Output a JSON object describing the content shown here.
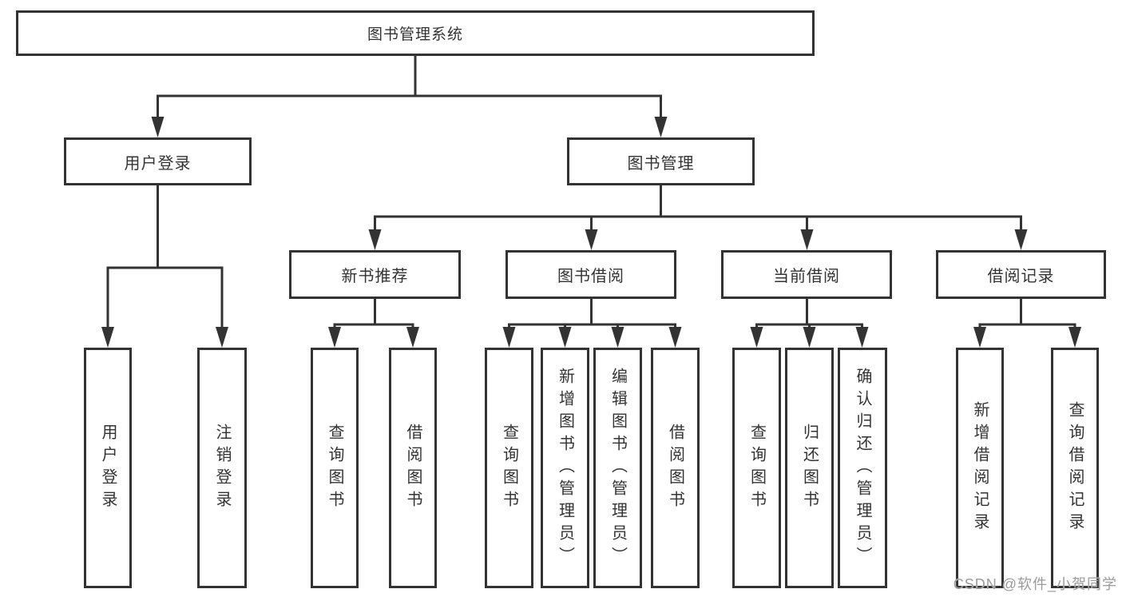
{
  "diagram_title": "图书管理系统",
  "tree": {
    "root_label": "图书管理系统",
    "level2": {
      "user_login": "用户登录",
      "book_management": "图书管理"
    },
    "level3": {
      "new_book_recommend": "新书推荐",
      "book_borrowing": "图书借阅",
      "current_borrowing": "当前借阅",
      "borrowing_records": "借阅记录"
    },
    "children": {
      "user_login": [
        "用户登录",
        "注销登录"
      ],
      "new_book_recommend": [
        "查询图书",
        "借阅图书"
      ],
      "book_borrowing": [
        "查询图书",
        "新增图书（管理员）",
        "编辑图书（管理员）",
        "借阅图书"
      ],
      "current_borrowing": [
        "查询图书",
        "归还图书",
        "确认归还（管理员）"
      ],
      "borrowing_records": [
        "新增借阅记录",
        "查询借阅记录"
      ]
    }
  },
  "watermark": "CSDN @软件_小贺同学",
  "colors": {
    "line": "#333333",
    "text": "#333333",
    "watermark": "#9b9b9b",
    "background": "#ffffff"
  }
}
